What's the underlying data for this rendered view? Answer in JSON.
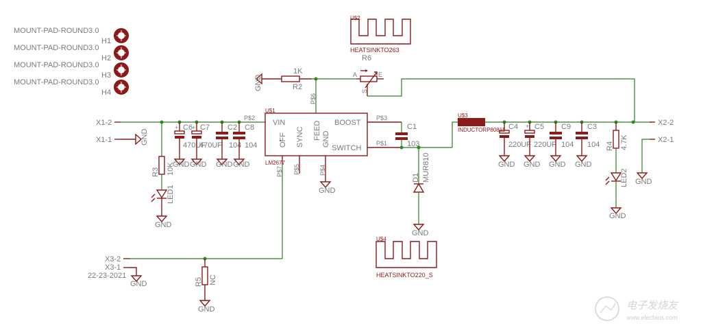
{
  "title": "LM2677 Switching Regulator Schematic",
  "mount_pads": [
    {
      "label": "MOUNT-PAD-ROUND3.0",
      "ref": "H1"
    },
    {
      "label": "MOUNT-PAD-ROUND3.0",
      "ref": "H2"
    },
    {
      "label": "MOUNT-PAD-ROUND3.0",
      "ref": "H3"
    },
    {
      "label": "MOUNT-PAD-ROUND3.0",
      "ref": "H4"
    }
  ],
  "connectors": {
    "x1_2": "X1-2",
    "x1_1": "X1-1",
    "x2_2": "X2-2",
    "x2_1": "X2-1",
    "x3_2": "X3-2",
    "x3_1": "X3-1",
    "x3_note": "22-23-2021"
  },
  "gnd": "GND",
  "ic": {
    "ref": "U$1",
    "part": "LM2677",
    "pins": {
      "vin": "VIN",
      "boost": "BOOST",
      "switch": "SWITCH",
      "feed": "FEED",
      "gnd": "GND",
      "off": "OFF",
      "sync": "SYNC"
    },
    "pads": {
      "p1": "P$1",
      "p2": "P$2",
      "p3": "P$3",
      "p4": "P$4",
      "p5": "P$5",
      "p6": "P$6",
      "p7": "P$7"
    }
  },
  "input_caps": [
    {
      "ref": "C6",
      "value": "470UF",
      "polarized": true
    },
    {
      "ref": "C7",
      "value": "470UF",
      "polarized": true
    },
    {
      "ref": "C2",
      "value": "104",
      "polarized": false
    },
    {
      "ref": "C8",
      "value": "104",
      "polarized": false
    }
  ],
  "output_caps": [
    {
      "ref": "C4",
      "value": "220UF",
      "polarized": true
    },
    {
      "ref": "C5",
      "value": "220UF",
      "polarized": true
    },
    {
      "ref": "C9",
      "value": "104",
      "polarized": false
    },
    {
      "ref": "C3",
      "value": "104",
      "polarized": false
    }
  ],
  "c1": {
    "ref": "C1",
    "value": "103"
  },
  "r2": {
    "ref": "R2",
    "value": "1K"
  },
  "r3": {
    "ref": "R3",
    "value": "10K"
  },
  "r4": {
    "ref": "R4",
    "value": "4.7K"
  },
  "r5": {
    "ref": "R5",
    "value": "NC"
  },
  "r6": {
    "ref": "R6",
    "pin_a": "A",
    "pin_e": "E",
    "pin_s": "S"
  },
  "led1": {
    "ref": "LED1"
  },
  "led2": {
    "ref": "LED2"
  },
  "d1": {
    "ref": "D1",
    "value": "MUR810"
  },
  "inductor": {
    "ref": "U$3",
    "value": "INDUCTORP80811"
  },
  "heatsink1": {
    "ref": "U$2",
    "value": "HEATSINKTO263"
  },
  "heatsink2": {
    "ref": "U$4",
    "value": "HEATSINKTO220_S"
  },
  "watermark": {
    "brand": "电子发烧友",
    "url": "www.elecfans.com"
  },
  "colors": {
    "wire": "#2a7d1e",
    "part": "#8b1a1a",
    "label": "#7a7a7a",
    "junction": "#2a8a1e"
  }
}
